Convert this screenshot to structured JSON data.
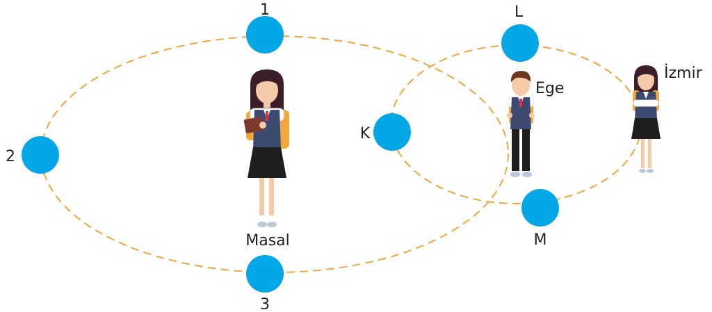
{
  "colors": {
    "circle": "#04A7E6",
    "dashed_path": "#F0A63C",
    "text": "#222222",
    "vest": "#3C4A72",
    "skirt": "#1E1E1E",
    "backpack": "#F2A93B",
    "tie": "#E0314B",
    "hair_girl": "#3A1F2B",
    "hair_boy": "#6B3A1F",
    "skin": "#F6C9A8"
  },
  "points_left": {
    "p1": "1",
    "p2": "2",
    "p3": "3"
  },
  "points_right": {
    "K": "K",
    "L": "L",
    "M": "M"
  },
  "students": {
    "masal": "Masal",
    "ege": "Ege",
    "izmir": "İzmir"
  }
}
